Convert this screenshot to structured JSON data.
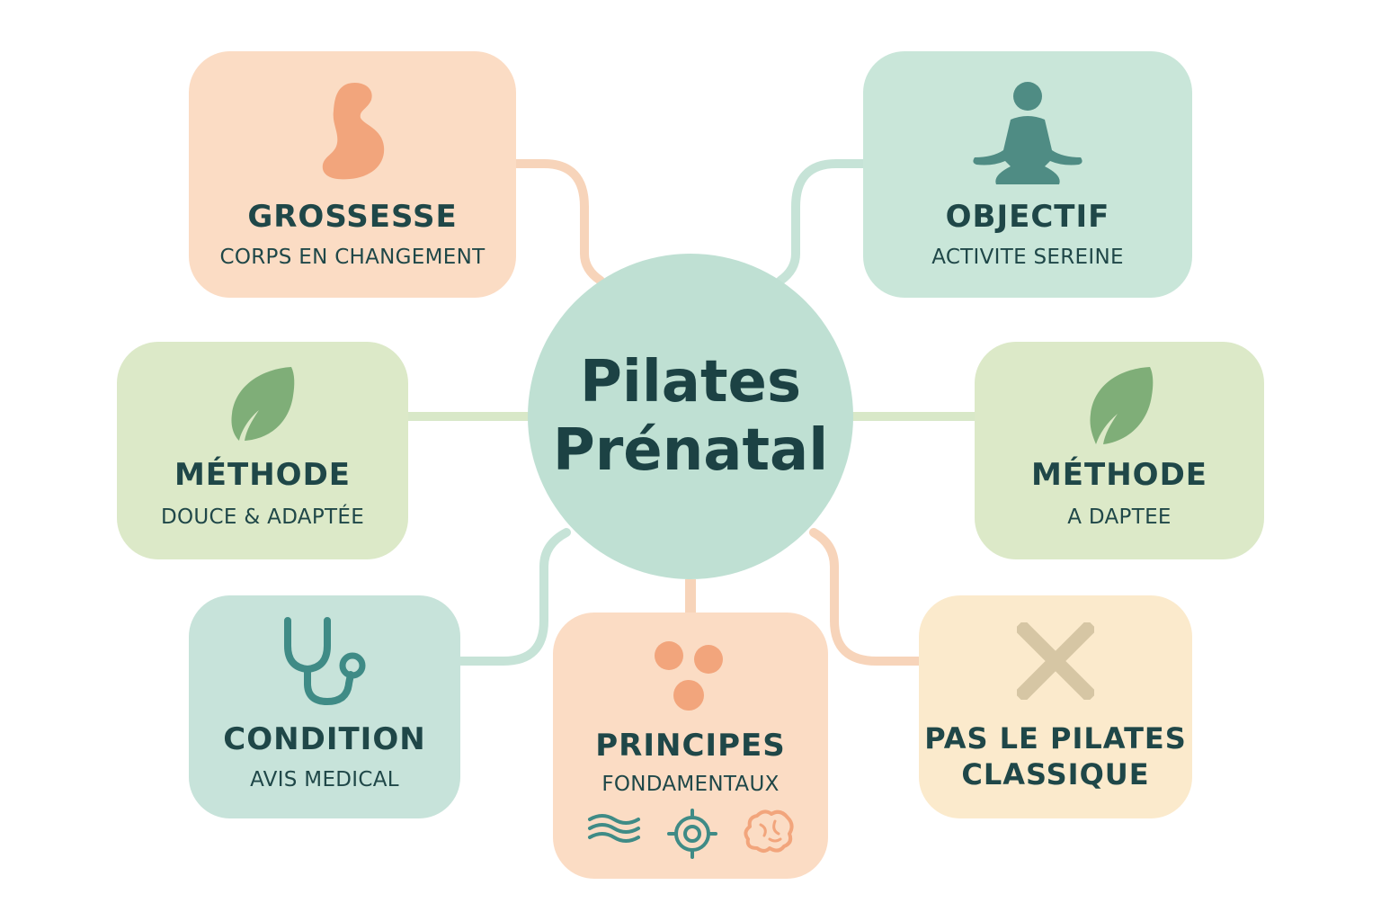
{
  "center": {
    "line1": "Pilates",
    "line2": "Prénatal"
  },
  "nodes": {
    "grossesse": {
      "title": "GROSSESSE",
      "subtitle": "CORPS EN CHANGEMENT",
      "icon": "pregnant-silhouette-icon"
    },
    "objectif": {
      "title": "OBJECTIF",
      "subtitle": "ACTIVITE SEREINE",
      "icon": "meditation-pose-icon"
    },
    "methode_left": {
      "title": "MÉTHODE",
      "subtitle": "DOUCE & ADAPTÉE",
      "icon": "leaf-icon"
    },
    "methode_right": {
      "title": "MÉTHODE",
      "subtitle": "A DAPTEE",
      "icon": "leaf-icon"
    },
    "condition": {
      "title": "CONDITION",
      "subtitle": "AVIS MEDICAL",
      "icon": "stethoscope-icon"
    },
    "principes": {
      "title": "PRINCIPES",
      "subtitle": "FONDAMENTAUX",
      "icon": "three-dots-icon",
      "mini_icons": [
        "breath-waves-icon",
        "target-icon",
        "brain-icon"
      ]
    },
    "pas_classique": {
      "title_line1": "PAS LE PILATES",
      "title_line2": "CLASSIQUE",
      "icon": "cross-icon"
    }
  },
  "colors": {
    "peach": "#fbdcc4",
    "mint": "#c9e6d9",
    "sage": "#dce9c8",
    "cream": "#fbeacc",
    "center": "#bfe0d3",
    "text": "#1f4748",
    "orange_icon": "#f2a57c",
    "teal_icon": "#4f8c84",
    "green_icon": "#7fae78",
    "cross_icon": "#d6c6a4"
  }
}
